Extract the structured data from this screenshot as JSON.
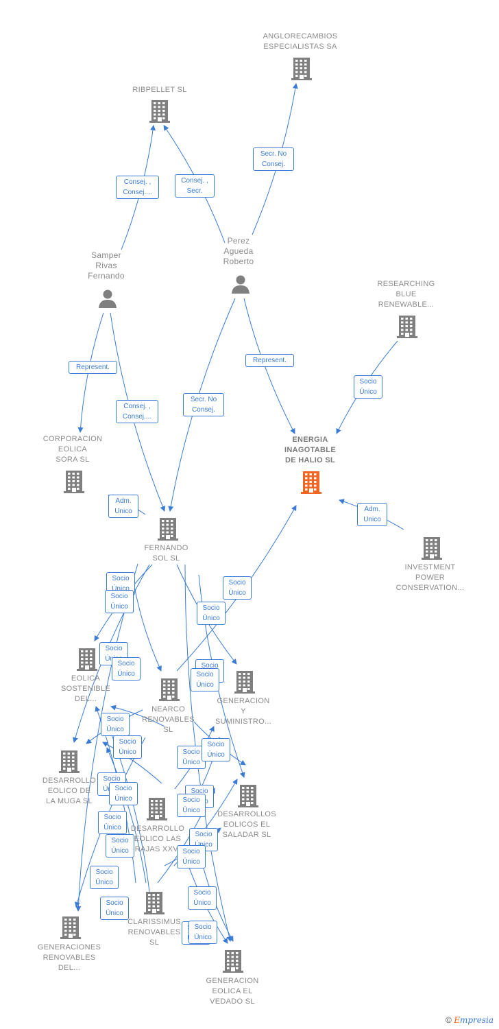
{
  "colors": {
    "edge": "#3a7bd5",
    "company": "#7f7f7f",
    "focus": "#f26522",
    "person": "#7f7f7f",
    "label": "#8a8a8a"
  },
  "nodes": [
    {
      "id": "anglorecambios",
      "name": "anglorecambios-node",
      "type": "company",
      "label": "ANGLORECAMBIOS\nESPECIALISTAS SA"
    },
    {
      "id": "ribpellet",
      "name": "ribpellet-node",
      "type": "company",
      "label": "RIBPELLET SL"
    },
    {
      "id": "samper",
      "name": "samper-rivas-node",
      "type": "person",
      "label": "Samper\nRivas\nFernando"
    },
    {
      "id": "perez",
      "name": "perez-agueda-node",
      "type": "person",
      "label": "Perez\nAgueda\nRoberto"
    },
    {
      "id": "researching",
      "name": "researching-blue-node",
      "type": "company",
      "label": "RESEARCHING\nBLUE\nRENEWABLE..."
    },
    {
      "id": "corporacion",
      "name": "corporacion-eolica-node",
      "type": "company",
      "label": "CORPORACION\nEOLICA\nSORA SL"
    },
    {
      "id": "energia",
      "name": "energia-inagotable-node",
      "type": "focus",
      "label": "ENERGIA\nINAGOTABLE\nDE HALIO SL"
    },
    {
      "id": "fernando",
      "name": "fernando-sol-node",
      "type": "company",
      "label": "FERNANDO\nSOL SL"
    },
    {
      "id": "investment",
      "name": "investment-power-node",
      "type": "company",
      "label": "INVESTMENT\nPOWER\nCONSERVATION..."
    },
    {
      "id": "eolicasost",
      "name": "eolica-sostenible-node",
      "type": "company",
      "label": "EOLICA\nSOSTENIBLE\nDEL..."
    },
    {
      "id": "nearco",
      "name": "nearco-renovables-node",
      "type": "company",
      "label": "NEARCO\nRENOVABLES\nSL"
    },
    {
      "id": "generacionsum",
      "name": "generacion-suministro-node",
      "type": "company",
      "label": "GENERACION\nY\nSUMINISTRO..."
    },
    {
      "id": "muga",
      "name": "desarrollo-muga-node",
      "type": "company",
      "label": "DESARROLLO\nEOLICO DE\nLA MUGA SL"
    },
    {
      "id": "lasrajas",
      "name": "desarrollo-las-rajas-node",
      "type": "company",
      "label": "DESARROLLO\nEOLICO LAS\nRAJAS XXVI"
    },
    {
      "id": "saladar",
      "name": "desarrollos-saladar-node",
      "type": "company",
      "label": "DESARROLLOS\nEOLICOS EL\nSALADAR SL"
    },
    {
      "id": "clarissimus",
      "name": "clarissimus-node",
      "type": "company",
      "label": "CLARISSIMUS\nRENOVABLES\nSL"
    },
    {
      "id": "genrenov",
      "name": "generaciones-renovables-node",
      "type": "company",
      "label": "GENERACIONES\nRENOVABLES\nDEL..."
    },
    {
      "id": "vedado",
      "name": "generacion-vedado-node",
      "type": "company",
      "label": "GENERACION\nEOLICA EL\nVEDADO SL"
    }
  ],
  "edge_labels": [
    "Secr. No\nConsej.",
    "Consej. ,\nConsej....",
    "Consej. ,\nSecr.",
    "Represent.",
    "Consej. ,\nConsej....",
    "Secr. No\nConsej.",
    "Represent.",
    "Socio\nÚnico",
    "Adm.\nUnico",
    "Adm.\nUnico",
    "Socio\nÚnico",
    "Socio\nÚnico",
    "Socio\nÚnico",
    "Socio\nÚnico",
    "Socio\nÚnico",
    "Socio\nÚnico",
    "Socio\nÚnico",
    "Socio\nÚnico",
    "Socio\nÚnico",
    "Socio\nÚnico",
    "Socio\nÚnico",
    "Socio\nÚnico",
    "Socio\nÚnico",
    "Socio\nÚnico",
    "Socio\nÚnico",
    "Socio\nÚnico",
    "Socio\nÚnico",
    "Socio\nÚnico",
    "Socio\nÚnico",
    "Socio\nÚnico",
    "Socio\nÚnico",
    "Socio\nÚnico",
    "Socio\nÚnico",
    "Socio\nÚnico",
    "Socio\nÚnico"
  ],
  "footer": {
    "copyright": "©",
    "brand_e": "E",
    "brand_rest": "mpresia"
  }
}
